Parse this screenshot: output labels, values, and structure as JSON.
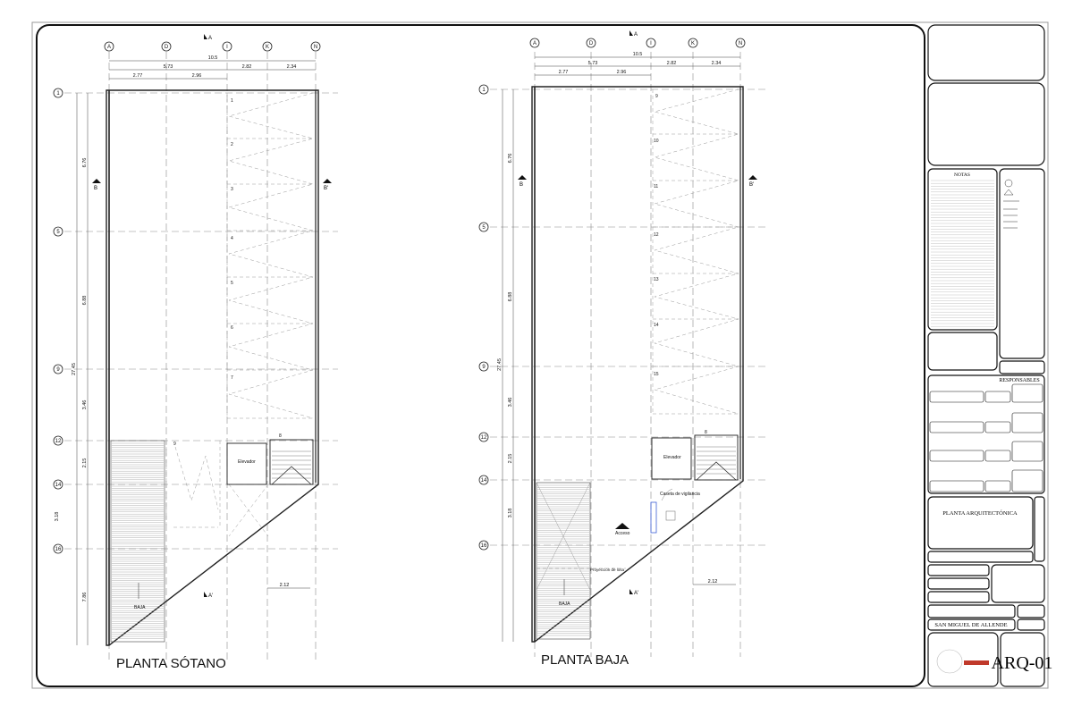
{
  "sheet_code": "ARQ-01",
  "plans": [
    {
      "id": "sotano",
      "title": "PLANTA SÓTANO",
      "grid_cols": [
        "A",
        "D",
        "I",
        "K",
        "N"
      ],
      "grid_rows": [
        "1",
        "5",
        "9",
        "12",
        "14",
        "16"
      ],
      "dims_top_total": "10.5",
      "dims_top_groups": [
        "5.73",
        "2.82",
        "2.34"
      ],
      "dims_top_sub": [
        "2.77",
        "2.96"
      ],
      "dims_left": [
        "6.76",
        "6.88",
        "3.46",
        "2.15",
        "3.18",
        "7.86"
      ],
      "dim_left_total": "27.45",
      "dim_bottom": "2.12",
      "section_a_top": "A",
      "section_a_bottom": "A'",
      "section_b_left": "B",
      "section_b_right": "B'",
      "parking_numbers": [
        "1",
        "2",
        "3",
        "4",
        "5",
        "6",
        "7"
      ],
      "extra_numbers": [
        "8",
        "9"
      ],
      "labels": {
        "elevator": "Elevador",
        "ramp": "BAJA"
      }
    },
    {
      "id": "baja",
      "title": "PLANTA BAJA",
      "grid_cols": [
        "A",
        "D",
        "I",
        "K",
        "N"
      ],
      "grid_rows": [
        "1",
        "5",
        "9",
        "12",
        "14",
        "16"
      ],
      "dims_top_total": "10.5",
      "dims_top_groups": [
        "5.73",
        "2.82",
        "2.34"
      ],
      "dims_top_sub": [
        "2.77",
        "2.96"
      ],
      "dims_left": [
        "6.76",
        "6.88",
        "3.46",
        "2.15",
        "3.18"
      ],
      "dim_left_total": "27.45",
      "dim_bottom": "2.12",
      "section_a_top": "A",
      "section_a_bottom": "A'",
      "section_b_left": "B",
      "section_b_right": "B'",
      "parking_numbers": [
        "9",
        "10",
        "11",
        "12",
        "13",
        "14",
        "15"
      ],
      "extra_numbers": [
        "8"
      ],
      "labels": {
        "elevator": "Elevador",
        "guard": "Caseta de vigilancia",
        "access": "Acceso",
        "projection": "Proyeccion de losa",
        "ramp": "BAJA"
      }
    }
  ],
  "title_block": {
    "notes_title": "NOTAS",
    "responsables": "RESPONSABLES",
    "content_title": "PLANTA ARQUITECTÓNICA",
    "city": "SAN MIGUEL DE ALLENDE",
    "sheet_number": "ARQ-01"
  },
  "colors": {
    "line": "#222222",
    "dashed": "#7a7a7a",
    "accent_red": "#c0392b",
    "glazing_blue": "#3d5fd6"
  }
}
